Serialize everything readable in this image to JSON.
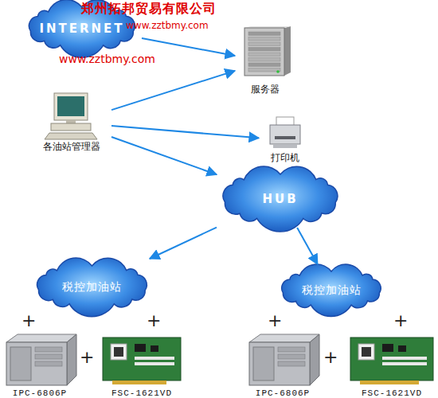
{
  "diagram": {
    "nodes": [
      {
        "text": [
          "INTERNET"
        ]
      },
      {
        "text": [
          "服务器"
        ]
      },
      {
        "text": [
          "各油站管理器"
        ]
      },
      {
        "text": [
          "打印机"
        ]
      },
      {
        "text": [
          "HUB"
        ]
      },
      {
        "text": [
          "税控加油站"
        ]
      },
      {
        "text": [
          "税控加油站"
        ]
      },
      {
        "text": [
          "IPC-6806P"
        ]
      },
      {
        "text": [
          "FSC-1621VD"
        ]
      },
      {
        "text": [
          "IPC-6806P"
        ]
      },
      {
        "text": [
          "FSC-1621VD"
        ]
      }
    ],
    "edges": [
      {
        "from": 0,
        "to": 1,
        "arrow": "to"
      },
      {
        "from": 2,
        "to": 1,
        "arrow": "to"
      },
      {
        "from": 2,
        "to": 3,
        "arrow": "to"
      },
      {
        "from": 2,
        "to": 4,
        "arrow": "to"
      },
      {
        "from": 4,
        "to": 5,
        "arrow": "to"
      },
      {
        "from": 4,
        "to": 6,
        "arrow": "to"
      }
    ],
    "labels": [
      "郑州拓邦贸易有限公司",
      "www.zztbmy.com",
      "www.zztbmy.com",
      "+",
      "+",
      "+",
      "+",
      "+",
      "+"
    ]
  }
}
